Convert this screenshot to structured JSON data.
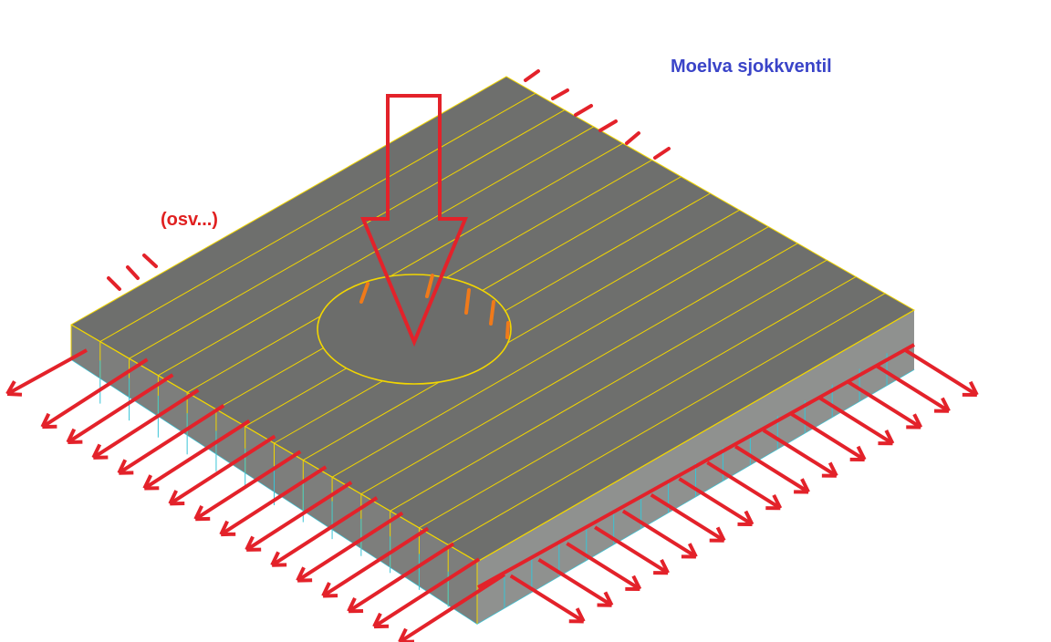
{
  "title": "Moelva sjokkventil",
  "note": "(osv...)",
  "colors": {
    "title": "#3a44c8",
    "note": "#e02020",
    "arrow": "#e3222a",
    "plate_top": "#6e6f6d",
    "plate_side": "#8a8c8a",
    "edge_line": "#f2d600",
    "bottom_edge": "#39c4d6",
    "valve_marks": "#f07a1a"
  },
  "plate": {
    "strip_count": 14
  },
  "icons": [
    "load-arrow-icon",
    "pressure-arrow-icon"
  ]
}
